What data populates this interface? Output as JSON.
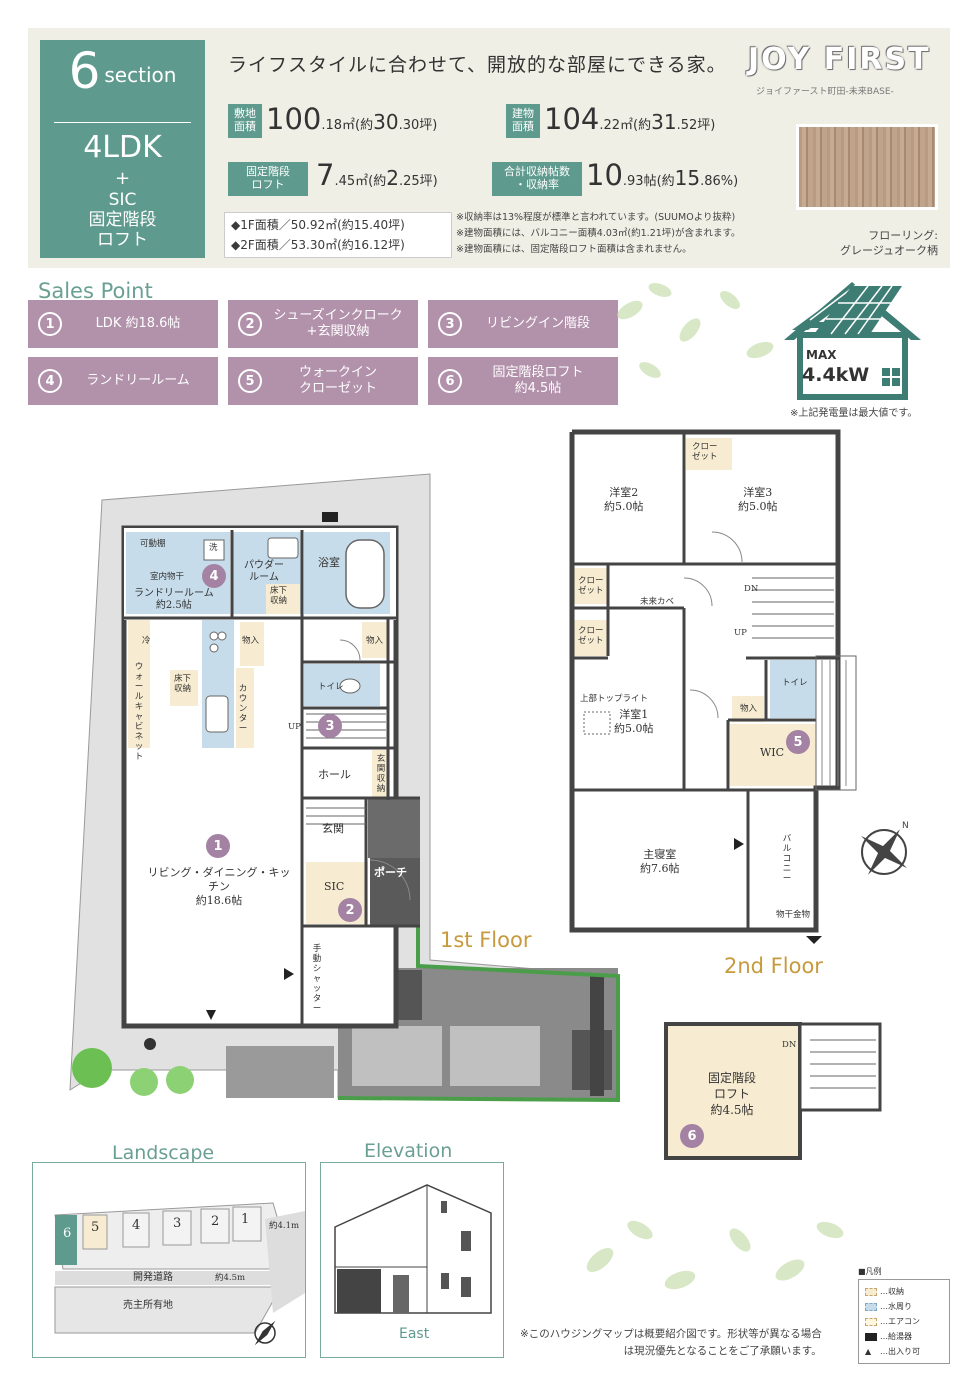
{
  "header": {
    "section_num": "6",
    "section_word": "section",
    "ldk": "4LDK",
    "plus": "+",
    "extra": "SIC\n固定階段\nロフト",
    "tagline": "ライフスタイルに合わせて、開放的な部屋にできる家。",
    "brand": "JOY FIRST",
    "brand_sub": "ジョイファースト町田-未来BASE-",
    "site_area": {
      "tag": "敷地\n面積",
      "int": "100",
      "dec": ".18㎡(約",
      "int2": "30",
      "dec2": ".30坪)"
    },
    "building_area": {
      "tag": "建物\n面積",
      "int": "104",
      "dec": ".22㎡(約",
      "int2": "31",
      "dec2": ".52坪)"
    },
    "loft": {
      "tag": "固定階段\nロフト",
      "int": "7",
      "dec": ".45㎡(約",
      "int2": "2",
      "dec2": ".25坪)"
    },
    "storage": {
      "tag": "合計収納帖数\n・収納率",
      "int": "10",
      "dec": ".93帖(約",
      "int2": "15",
      "dec2": ".86%)"
    },
    "floor_areas": "◆1F面積／50.92㎡(約15.40坪)\n◆2F面積／53.30㎡(約16.12坪)",
    "notes": "※収納率は13%程度が標準と言われています。(SUUMOより抜粋)\n※建物面積には、バルコニー面積4.03㎡(約1.21坪)が含まれます。\n※建物面積には、固定階段ロフト面積は含まれません。",
    "flooring_caption": "フローリング:\nグレージュオーク柄"
  },
  "sales_point": {
    "title": "Sales Point",
    "items": [
      {
        "num": "1",
        "label": "LDK 約18.6帖"
      },
      {
        "num": "2",
        "label": "シューズインクローク\n+玄関収納"
      },
      {
        "num": "3",
        "label": "リビングイン階段"
      },
      {
        "num": "4",
        "label": "ランドリールーム"
      },
      {
        "num": "5",
        "label": "ウォークイン\nクローゼット"
      },
      {
        "num": "6",
        "label": "固定階段ロフト\n約4.5帖"
      }
    ]
  },
  "solar": {
    "max": "MAX",
    "kw": "4.4kW",
    "note": "※上記発電量は最大値です。"
  },
  "floor1": {
    "label": "1st Floor",
    "rooms": {
      "shelf": "可動棚",
      "wash": "洗",
      "drying": "室内物干",
      "laundry": "ランドリールーム\n約2.5帖",
      "powder": "パウダー\nルーム",
      "underfloor": "床下\n収納",
      "bath": "浴室",
      "fridge": "冷",
      "storage1": "物入",
      "storage2": "物入",
      "toilet": "トイレ",
      "wall_cabinet": "ウォールキャビネット",
      "underfloor2": "床下\n収納",
      "counter": "カウンター",
      "up": "UP",
      "hall": "ホール",
      "genkan_storage": "玄関収納",
      "genkan": "玄関",
      "ldk": "リビング・ダイニング・キッチン\n約18.6帖",
      "sic": "SIC",
      "porch": "ポーチ",
      "shutter": "手動シャッター"
    },
    "badges": [
      "4",
      "3",
      "1",
      "2"
    ]
  },
  "floor2": {
    "label": "2nd Floor",
    "rooms": {
      "w2": "洋室2\n約5.0帖",
      "w3": "洋室3\n約5.0帖",
      "closet_top": "クロー\nゼット",
      "closet_a": "クロー\nゼット",
      "closet_b": "クロー\nゼット",
      "dn": "DN",
      "up": "UP",
      "future": "未来カベ",
      "toplight": "上部トップライト",
      "w1": "洋室1\n約5.0帖",
      "storage": "物入",
      "toilet": "トイレ",
      "wic": "WIC",
      "master": "主寝室\n約7.6帖",
      "balcony": "バルコニー",
      "laundry_pole": "物干金物"
    },
    "badges": [
      "5"
    ]
  },
  "loft": {
    "dn": "DN",
    "label": "固定階段\nロフト\n約4.5帖",
    "badge": "6"
  },
  "landscape": {
    "title": "Landscape",
    "lots": [
      "6",
      "5",
      "4",
      "3",
      "2",
      "1"
    ],
    "road": "開発道路",
    "width1": "約4.5m",
    "width2": "約4.1m",
    "seller": "売主所有地"
  },
  "elevation": {
    "title": "Elevation",
    "side": "East"
  },
  "legend": {
    "title": "■凡例",
    "items": [
      "…収納",
      "…水周り",
      "…エアコン",
      "…給湯器",
      "…出入り可"
    ]
  },
  "disclaimer": "※このハウジングマップは概要紹介図です。形状等が異なる場合\nは現況優先となることをご了承願います。"
}
